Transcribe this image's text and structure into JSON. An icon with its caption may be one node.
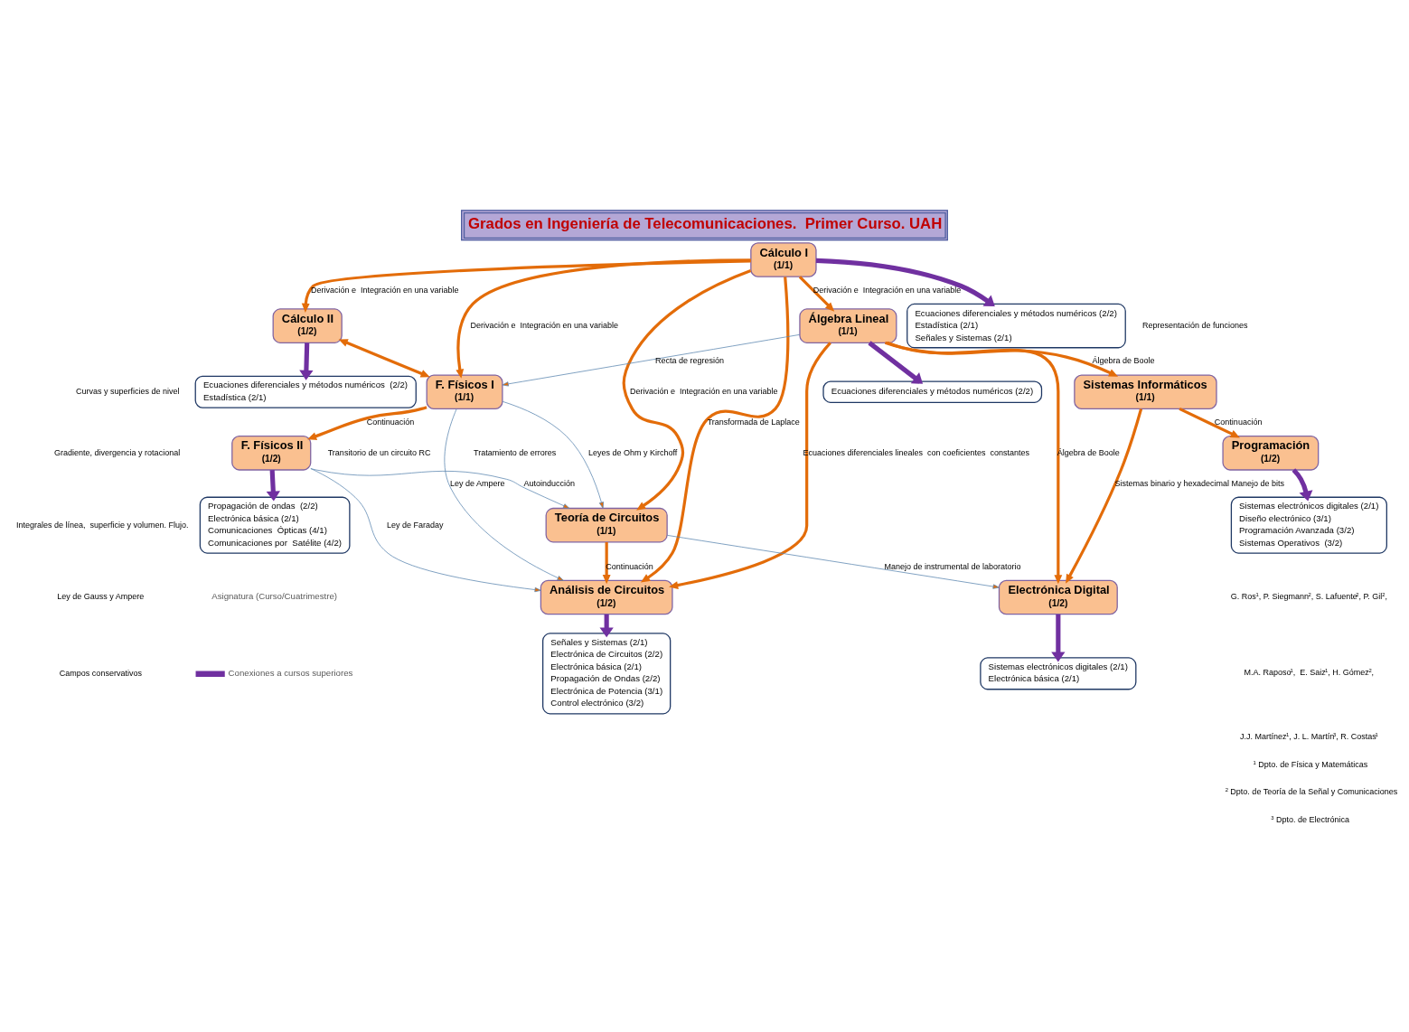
{
  "diagram": {
    "title": "Grados en Ingeniería de Telecomunicaciones.  Primer Curso. UAH",
    "nodes": [
      {
        "text": [
          "Cálculo II",
          "(1/2)"
        ]
      },
      {
        "text": [
          "Cálculo I",
          "(1/1)"
        ]
      },
      {
        "text": [
          "F. Físicos I",
          "(1/1)"
        ]
      },
      {
        "text": [
          "Álgebra Lineal",
          "(1/1)"
        ]
      },
      {
        "text": [
          "Sistemas Informáticos",
          "(1/1)"
        ]
      },
      {
        "text": [
          "F. Físicos II",
          "(1/2)"
        ]
      },
      {
        "text": [
          "Electrónica Digital",
          "(1/2)"
        ]
      },
      {
        "text": [
          "Programación",
          "(1/2)"
        ]
      },
      {
        "text": [
          "Análisis de Circuitos",
          "(1/2)"
        ]
      },
      {
        "text": [
          "Teoría de Circuitos",
          "(1/1)"
        ]
      },
      {
        "text": [
          "Ecuaciones diferenciales y métodos numéricos  (2/2)",
          "Estadística (2/1)"
        ]
      },
      {
        "text": [
          "Ecuaciones diferenciales y métodos numéricos (2/2)",
          "Estadística (2/1)",
          "Señales y Sistemas (2/1)"
        ]
      },
      {
        "text": [
          "Ecuaciones diferenciales y métodos numéricos (2/2)"
        ]
      },
      {
        "text": [
          "Propagación de ondas  (2/2)",
          "Electrónica básica (2/1)",
          "Comunicaciones  Ópticas (4/1)",
          "Comunicaciones por  Satélite (4/2)"
        ]
      },
      {
        "text": [
          "Señales y Sistemas (2/1)",
          "Electrónica de Circuitos (2/2)",
          "Electrónica básica (2/1)",
          "Propagación de Ondas (2/2)",
          "Electrónica de Potencia (3/1)",
          "Control electrónico (3/2)"
        ]
      },
      {
        "text": [
          "Sistemas electrónicos digitales (2/1)",
          "Electrónica básica (2/1)"
        ]
      },
      {
        "text": [
          "Sistemas electrónicos digitales (2/1)",
          "Diseño electrónico (3/1)",
          "Programación Avanzada (3/2)",
          "Sistemas Operativos  (3/2)"
        ]
      }
    ],
    "edges": [
      {
        "from": 1,
        "to": 0,
        "arrow": "to",
        "label": "Derivación e  Integración en una variable"
      },
      {
        "from": 0,
        "to": 10,
        "arrow": "to",
        "color": "#7030a0"
      },
      {
        "from": 1,
        "to": 11,
        "arrow": "to",
        "color": "#7030a0"
      },
      {
        "from": 0,
        "to": 2,
        "arrow": "both"
      },
      {
        "from": 1,
        "to": 2,
        "arrow": "to",
        "label": "Derivación e  Integración en una variable"
      },
      {
        "from": 1,
        "to": 8,
        "arrow": "to",
        "label": "Transformada de Laplace"
      },
      {
        "from": 1,
        "to": 9,
        "arrow": "to",
        "label": "Derivación e  Integración en una variable"
      },
      {
        "from": 1,
        "to": 3,
        "arrow": "to",
        "label": "Derivación e  Integración en una variable"
      },
      {
        "from": 3,
        "to": 12,
        "arrow": "to",
        "color": "#7030a0"
      },
      {
        "from": 3,
        "to": 2,
        "arrow": "to",
        "label": "Recta de regresión",
        "color": "#5b86b0"
      },
      {
        "from": 3,
        "to": 4,
        "arrow": "to",
        "label": "Álgebra de Boole"
      },
      {
        "from": 3,
        "to": 6,
        "arrow": "to",
        "label": "Álgebra de Boole"
      },
      {
        "from": 3,
        "to": 8,
        "arrow": "to",
        "label": "Ecuaciones diferenciales lineales  con coeficientes  constantes"
      },
      {
        "from": 4,
        "to": 6,
        "arrow": "to",
        "label": "Sistemas binario y hexadecimal Manejo de bits"
      },
      {
        "from": 4,
        "to": 7,
        "arrow": "to",
        "label": "Continuación"
      },
      {
        "from": 2,
        "to": 5,
        "arrow": "to",
        "label": "Continuación"
      },
      {
        "from": 2,
        "to": 8,
        "arrow": "to",
        "label": "Ley de Ampere",
        "color": "#5b86b0"
      },
      {
        "from": 2,
        "to": 9,
        "arrow": "to",
        "label": "Leyes de Ohm y Kirchoff",
        "color": "#5b86b0"
      },
      {
        "from": 5,
        "to": 8,
        "arrow": "to",
        "label": "Ley de Faraday",
        "color": "#5b86b0"
      },
      {
        "from": 5,
        "to": 9,
        "arrow": "to",
        "label": "Autoinducción",
        "color": "#5b86b0"
      },
      {
        "from": 5,
        "to": 13,
        "arrow": "to",
        "color": "#7030a0"
      },
      {
        "from": 9,
        "to": 8,
        "arrow": "to",
        "label": "Continuación"
      },
      {
        "from": 9,
        "to": 6,
        "arrow": "to",
        "label": "Manejo de instrumental de laboratorio",
        "color": "#5b86b0"
      },
      {
        "from": 6,
        "to": 15,
        "arrow": "to",
        "color": "#7030a0"
      },
      {
        "from": 7,
        "to": 16,
        "arrow": "to",
        "color": "#7030a0"
      },
      {
        "from": 8,
        "to": 14,
        "arrow": "to",
        "color": "#7030a0"
      }
    ],
    "labels": [
      "Curvas y superficies de nivel",
      "Gradiente, divergencia y rotacional",
      "Integrales de línea,  superficie y volumen. Flujo.",
      "Ley de Gauss y Ampere",
      "Campos conservativos",
      "Representación de funciones",
      "Transitorio de un circuito RC",
      "Tratamiento de errores",
      "G. Ros$^{1}$, P. Siegmann$^{2}$, S. Lafuente$^{2}$, P. Gil$^{2}$,",
      "M.A. Raposo$^{1}$,  E. Saiz$^{1}$, H. Gómez$^{2}$,",
      "J.J. Martínez$^{1}$, J. L. Martín$^{3}$, R. Costas$^{1}$",
      "$^{1}$ Dpto. de Física y Matemáticas",
      "$^{2}$ Dpto. de Teoría de la Señal y Comunicaciones",
      "$^{3}$ Dpto. de Electrónica"
    ],
    "legend": [
      {
        "text": "Asignatura (Curso/Cuatrimestre)"
      },
      {
        "text": "Conexiones a cursos superiores",
        "color": "#7030a0"
      }
    ]
  }
}
